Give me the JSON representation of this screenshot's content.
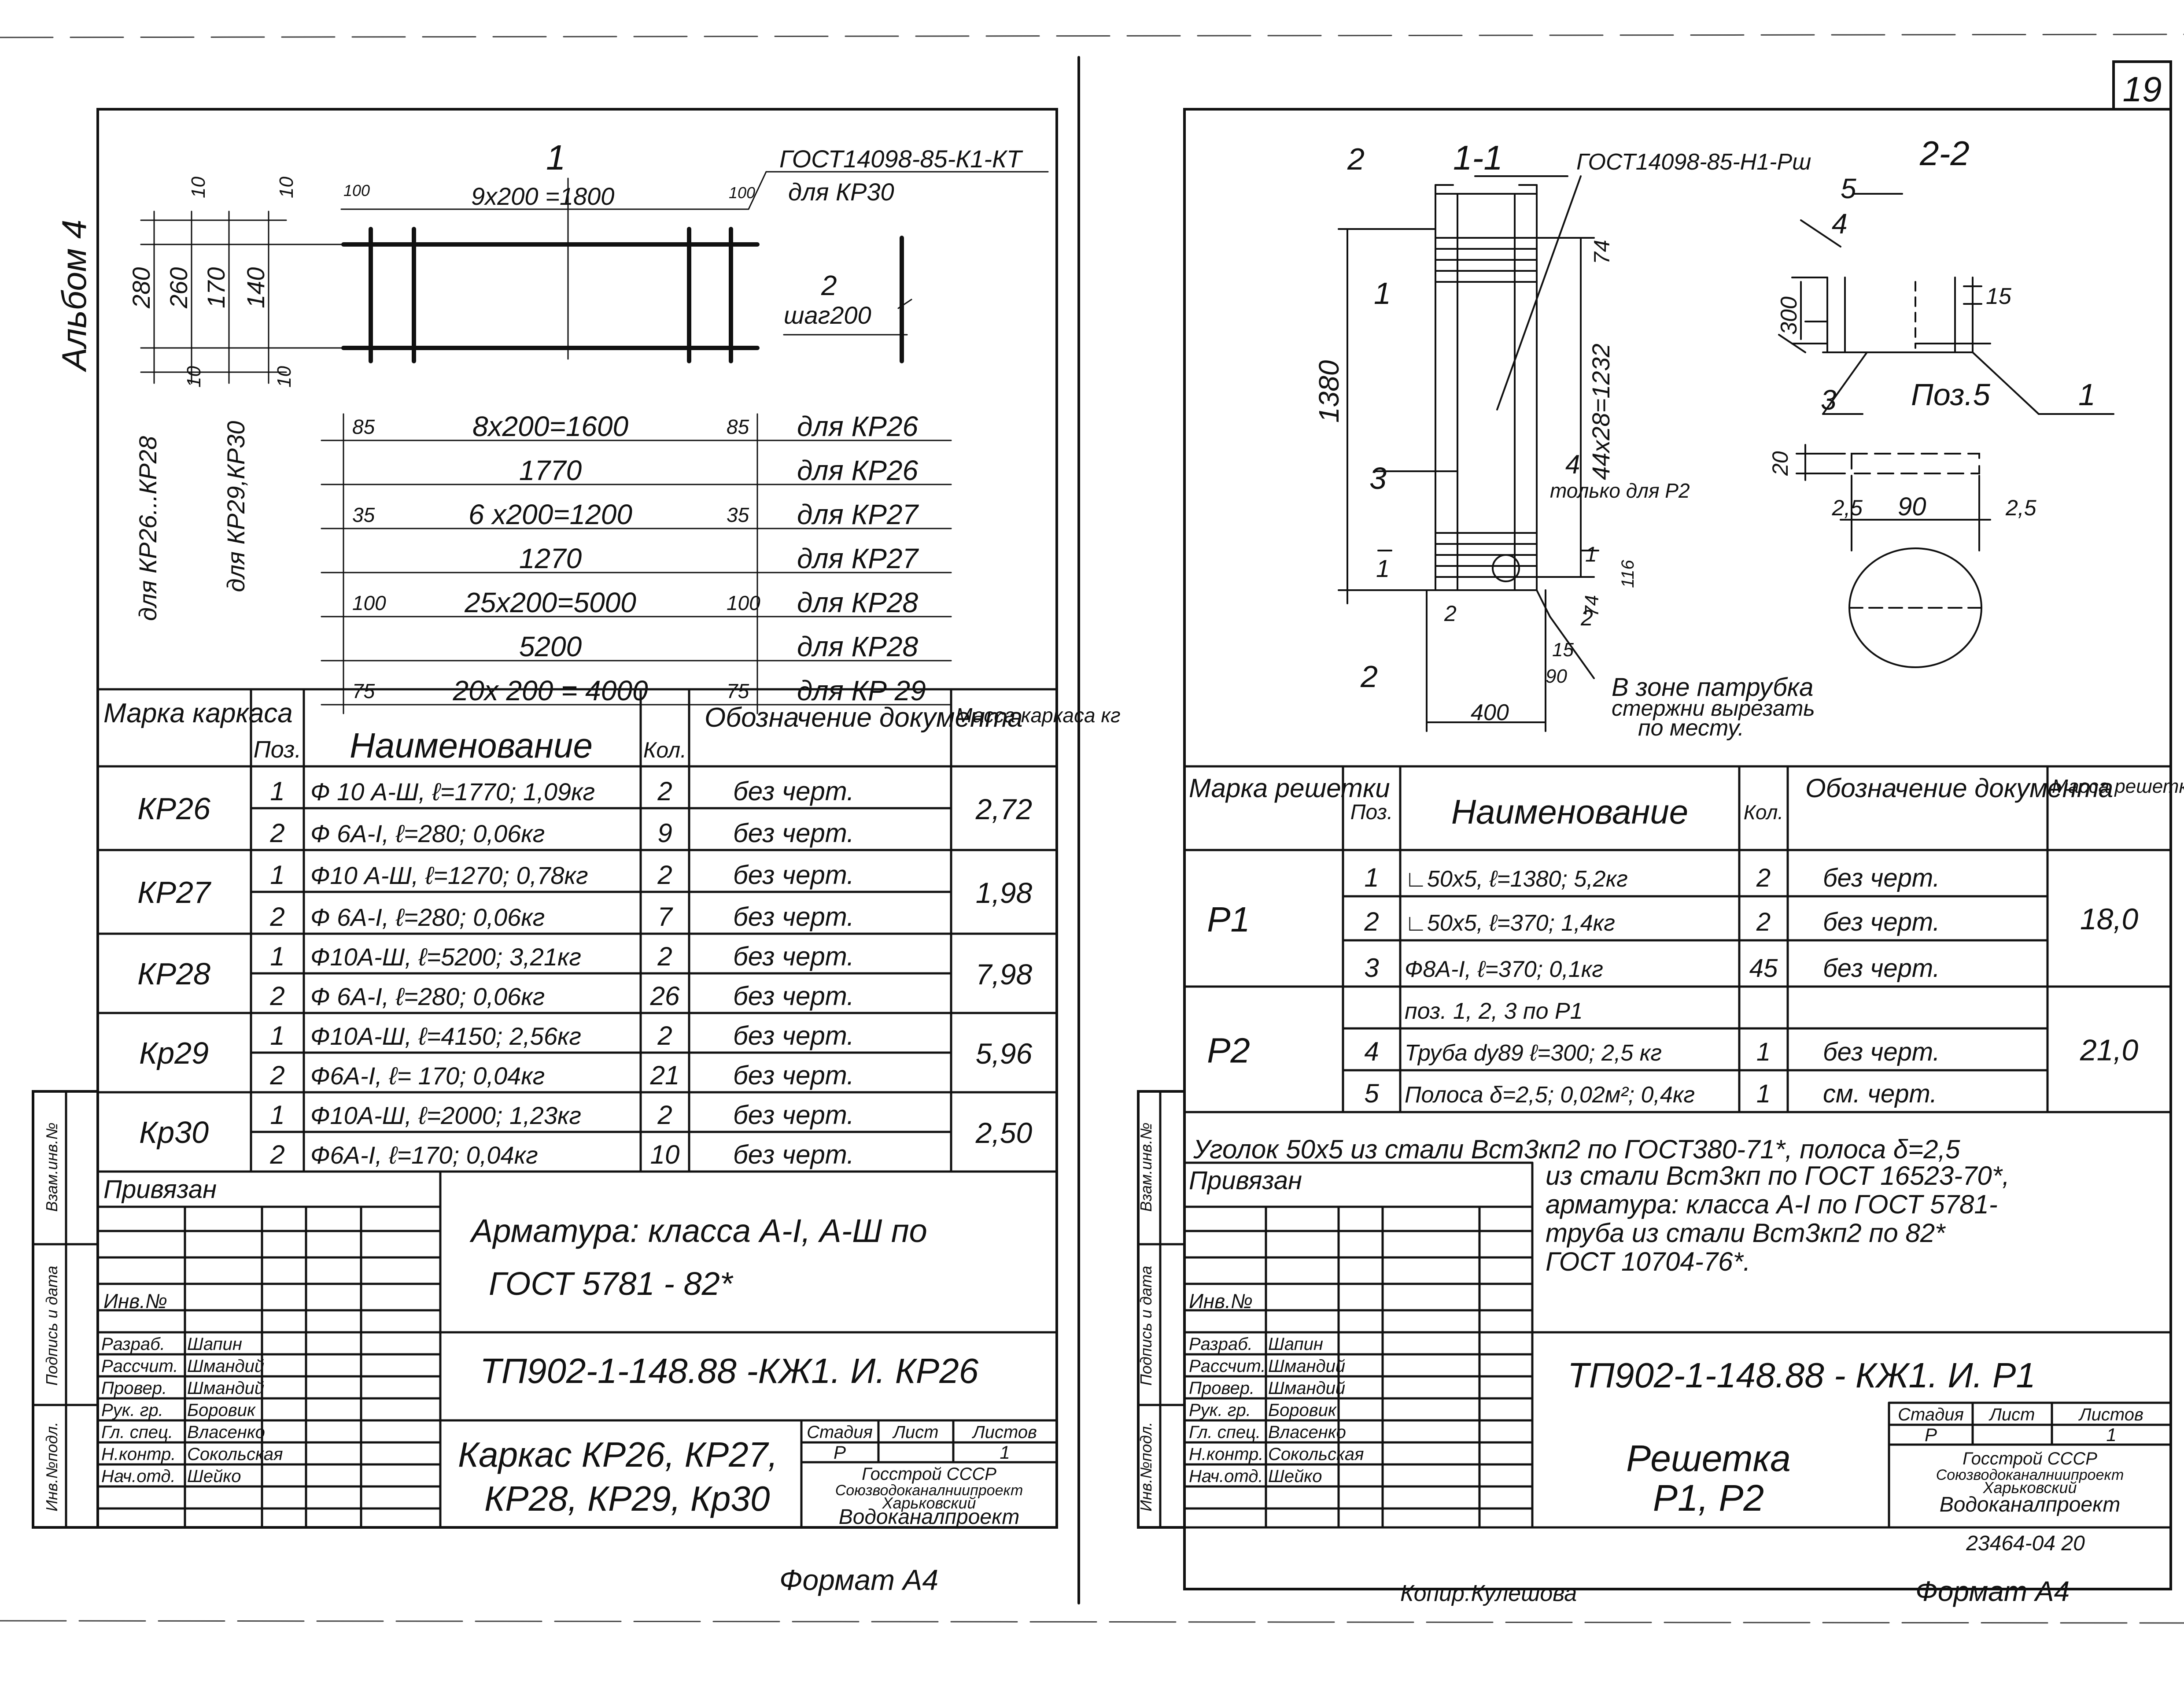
{
  "page_number": "19",
  "left": {
    "album": "Альбом 4",
    "drawing": {
      "label_1": "1",
      "top_dim": "9x200 =1800",
      "gost": "ГОСТ14098-85-К1-КТ",
      "for_kr30": "для КР30",
      "d100_left": "100",
      "d100_right": "100",
      "d10_a": "10",
      "d10_b": "10",
      "d10_c": "10",
      "d10_d": "10",
      "h280": "280",
      "h260": "260",
      "h170": "170",
      "h140": "140",
      "side_label_1": "для КР26...КР28",
      "side_label_2": "для КР29,КР30",
      "label_2": "2",
      "step": "шаг200"
    },
    "dim_rows": [
      {
        "l": "85",
        "m": "8x200=1600",
        "r": "85",
        "name": "для КР26"
      },
      {
        "l": "",
        "m": "1770",
        "r": "",
        "name": "для КР26"
      },
      {
        "l": "35",
        "m": "6 x200=1200",
        "r": "35",
        "name": "для КР27"
      },
      {
        "l": "",
        "m": "1270",
        "r": "",
        "name": "для КР27"
      },
      {
        "l": "100",
        "m": "25x200=5000",
        "r": "100",
        "name": "для КР28"
      },
      {
        "l": "",
        "m": "5200",
        "r": "",
        "name": "для КР28"
      },
      {
        "l": "75",
        "m": "20x 200 = 4000",
        "r": "75",
        "name": "для КР 29"
      }
    ],
    "table": {
      "headers": [
        "Марка каркаса",
        "Поз.",
        "Наименование",
        "Кол.",
        "Обозначение документа",
        "Масса каркаса кг"
      ],
      "groups": [
        {
          "mark": "КР26",
          "mass": "2,72",
          "rows": [
            {
              "pos": "1",
              "name": "Ф 10 А-Ш, ℓ=1770; 1,09кг",
              "qty": "2",
              "doc": "без черт."
            },
            {
              "pos": "2",
              "name": "Ф 6А-I, ℓ=280; 0,06кг",
              "qty": "9",
              "doc": "без черт."
            }
          ]
        },
        {
          "mark": "КР27",
          "mass": "1,98",
          "rows": [
            {
              "pos": "1",
              "name": "Ф10 А-Ш, ℓ=1270; 0,78кг",
              "qty": "2",
              "doc": "без черт."
            },
            {
              "pos": "2",
              "name": "Ф 6А-I, ℓ=280; 0,06кг",
              "qty": "7",
              "doc": "без черт."
            }
          ]
        },
        {
          "mark": "КР28",
          "mass": "7,98",
          "rows": [
            {
              "pos": "1",
              "name": "Ф10А-Ш, ℓ=5200; 3,21кг",
              "qty": "2",
              "doc": "без черт."
            },
            {
              "pos": "2",
              "name": "Ф 6А-I, ℓ=280; 0,06кг",
              "qty": "26",
              "doc": "без черт."
            }
          ]
        },
        {
          "mark": "Кр29",
          "mass": "5,96",
          "rows": [
            {
              "pos": "1",
              "name": "Ф10А-Ш, ℓ=4150; 2,56кг",
              "qty": "2",
              "doc": "без черт."
            },
            {
              "pos": "2",
              "name": "Ф6А-I, ℓ= 170; 0,04кг",
              "qty": "21",
              "doc": "без черт."
            }
          ]
        },
        {
          "mark": "Кр30",
          "mass": "2,50",
          "rows": [
            {
              "pos": "1",
              "name": "Ф10А-Ш, ℓ=2000; 1,23кг",
              "qty": "2",
              "doc": "без черт."
            },
            {
              "pos": "2",
              "name": "Ф6А-I, ℓ=170; 0,04кг",
              "qty": "10",
              "doc": "без черт."
            }
          ]
        }
      ]
    },
    "privyazan": "Привязан",
    "inv_no": "Инв.№",
    "note": [
      "Арматура: класса А-I, А-Ш по",
      "ГОСТ 5781 - 82*"
    ],
    "code": "ТП902-1-148.88 -КЖ1. И. КР26",
    "title": [
      "Каркас КР26, КР27,",
      "КР28, КР29, Кр30"
    ],
    "stage_headers": [
      "Стадия",
      "Лист",
      "Листов"
    ],
    "stage_values": [
      "Р",
      "",
      "1"
    ],
    "org": [
      "Госстрой СССР",
      "Союзводоканалниипроект",
      "Харьковский",
      "Водоканалпроект"
    ],
    "people": [
      {
        "role": "Разраб.",
        "name": "Шапин"
      },
      {
        "role": "Рассчит.",
        "name": "Шмандий"
      },
      {
        "role": "Провер.",
        "name": "Шмандий"
      },
      {
        "role": "Рук. гр.",
        "name": "Боровик"
      },
      {
        "role": "Гл. спец.",
        "name": "Власенко"
      },
      {
        "role": "Н.контр.",
        "name": "Сокольская"
      },
      {
        "role": "Нач.отд.",
        "name": "Шейко"
      }
    ],
    "side_labels": [
      "Взам.инв.№",
      "Подпись и дата",
      "Инв.№подл."
    ],
    "format": "Формат А4"
  },
  "right": {
    "drawing": {
      "sec_11": "1-1",
      "sec_22": "2-2",
      "gost": "ГОСТ14098-85-Н1-Рш",
      "n2_top": "2",
      "n1": "1",
      "n3": "3",
      "n2_bottom": "2",
      "n2_mid": "2",
      "n2_mid2": "2",
      "h1380": "1380",
      "d74_top": "74",
      "d_mid": "44x28=1232",
      "d74_bot": "74",
      "d116": "116",
      "d15": "15",
      "d90": "90",
      "d400": "400",
      "only_p2": "только для Р2",
      "n4": "4",
      "cut_1a": "1",
      "cut_1b": "1",
      "in_zone": "В зоне патрубка",
      "cut_rods": "стержни вырезать",
      "by_place": "по месту.",
      "n5": "5",
      "n4b": "4",
      "d300": "300",
      "d15b": "15",
      "n3b": "3",
      "pos5": "Поз.5",
      "n1b": "1",
      "d20": "20",
      "d25a": "2,5",
      "d90b": "90",
      "d25b": "2,5"
    },
    "table": {
      "headers": [
        "Марка решетки",
        "Поз.",
        "Наименование",
        "Кол.",
        "Обозначение документа",
        "Масса решетки кг"
      ],
      "groups": [
        {
          "mark": "Р1",
          "mass": "18,0",
          "rows": [
            {
              "pos": "1",
              "name": "∟50x5, ℓ=1380; 5,2кг",
              "qty": "2",
              "doc": "без черт."
            },
            {
              "pos": "2",
              "name": "∟50x5, ℓ=370; 1,4кг",
              "qty": "2",
              "doc": "без черт."
            },
            {
              "pos": "3",
              "name": "Ф8А-I, ℓ=370; 0,1кг",
              "qty": "45",
              "doc": "без черт."
            }
          ]
        },
        {
          "mark": "Р2",
          "mass": "21,0",
          "rows": [
            {
              "pos": "",
              "name": "поз. 1, 2, 3 по Р1",
              "qty": "",
              "doc": ""
            },
            {
              "pos": "4",
              "name": "Труба dy89 ℓ=300; 2,5 кг",
              "qty": "1",
              "doc": "без черт."
            },
            {
              "pos": "5",
              "name": "Полоса δ=2,5; 0,02м²; 0,4кг",
              "qty": "1",
              "doc": "см. черт."
            }
          ]
        }
      ]
    },
    "note": [
      "Уголок 50x5 из стали Вст3кп2 по ГОСТ380-71*, полоса δ=2,5",
      "из стали Вст3кп по ГОСТ 16523-70*,",
      "арматура: класса А-I по ГОСТ 5781-",
      "труба из стали Вст3кп2 по 82*",
      "ГОСТ 10704-76*."
    ],
    "privyazan": "Привязан",
    "inv_no": "Инв.№",
    "code": "ТП902-1-148.88 - КЖ1. И. Р1",
    "title": [
      "Решетка",
      "Р1, Р2"
    ],
    "stage_headers": [
      "Стадия",
      "Лист",
      "Листов"
    ],
    "stage_values": [
      "Р",
      "",
      "1"
    ],
    "org": [
      "Госстрой СССР",
      "Союзводоканалниипроект",
      "Харьковский",
      "Водоканалпроект"
    ],
    "people": [
      {
        "role": "Разраб.",
        "name": "Шапин"
      },
      {
        "role": "Рассчит.",
        "name": "Шмандий"
      },
      {
        "role": "Провер.",
        "name": "Шмандий"
      },
      {
        "role": "Рук. гр.",
        "name": "Боровик"
      },
      {
        "role": "Гл. спец.",
        "name": "Власенко"
      },
      {
        "role": "Н.контр.",
        "name": "Сокольская"
      },
      {
        "role": "Нач.отд.",
        "name": "Шейко"
      }
    ],
    "side_labels": [
      "Взам.инв.№",
      "Подпись и дата",
      "Инв.№подл."
    ],
    "archive_no": "23464-04 20",
    "copied": "Копир.Кулешова",
    "format": "Формат А4"
  }
}
